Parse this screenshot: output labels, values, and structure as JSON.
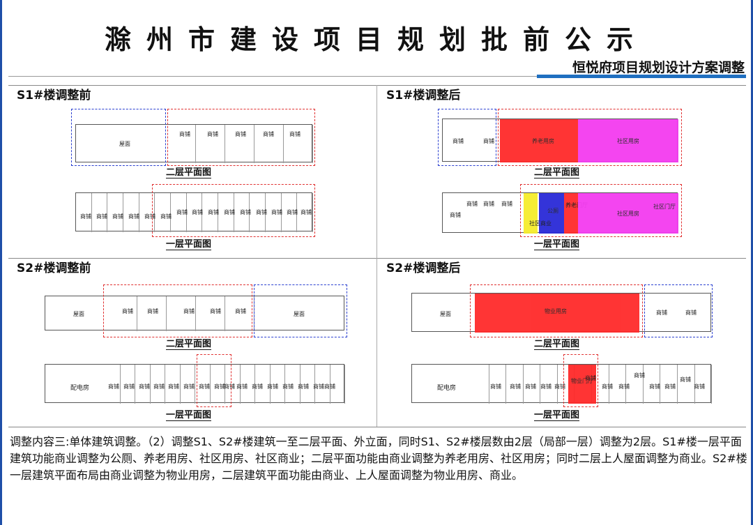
{
  "title": "滁州市建设项目规划批前公示",
  "subtitle": "恒悦府项目规划设计方案调整",
  "panels": {
    "s1_before": {
      "heading": "S1#楼调整前",
      "floor2": {
        "caption": "二层平面图",
        "rooms": [
          "屋面",
          "商铺",
          "商铺",
          "商铺",
          "商铺",
          "商铺"
        ]
      },
      "floor1": {
        "caption": "一层平面图",
        "rooms": [
          "商铺",
          "商铺",
          "商铺",
          "商铺",
          "商铺",
          "商铺",
          "商铺",
          "商铺",
          "商铺",
          "商铺",
          "商铺",
          "商铺",
          "商铺",
          "商铺",
          "商铺"
        ]
      }
    },
    "s1_after": {
      "heading": "S1#楼调整后",
      "floor2": {
        "caption": "二层平面图",
        "rooms": [
          "商铺",
          "商铺"
        ],
        "elderly": "养老用房",
        "community": "社区用房"
      },
      "floor1": {
        "caption": "一层平面图",
        "rooms": [
          "商铺",
          "商铺",
          "商铺",
          "商铺"
        ],
        "toilet": "公厕",
        "elderly_door": "养老门厅",
        "community": "社区用房",
        "community_door": "社区门厅",
        "commerce": "社区商业"
      }
    },
    "s2_before": {
      "heading": "S2#楼调整前",
      "floor2": {
        "caption": "二层平面图",
        "rooms": [
          "屋面",
          "商铺",
          "商铺",
          "商铺",
          "商铺",
          "商铺",
          "屋面"
        ]
      },
      "floor1": {
        "caption": "一层平面图",
        "power": "配电房",
        "rooms": [
          "商铺",
          "商铺",
          "商铺",
          "商铺",
          "商铺",
          "商铺",
          "商铺",
          "商铺",
          "商铺",
          "商铺",
          "商铺",
          "商铺",
          "商铺",
          "商铺",
          "商铺",
          "商铺"
        ]
      }
    },
    "s2_after": {
      "heading": "S2#楼调整后",
      "floor2": {
        "caption": "二层平面图",
        "roof": "屋面",
        "property": "物业用房",
        "rooms": [
          "商铺",
          "商铺"
        ]
      },
      "floor1": {
        "caption": "一层平面图",
        "power": "配电房",
        "property_door": "物业门厅",
        "rooms": [
          "商铺",
          "商铺",
          "商铺",
          "商铺",
          "商铺",
          "商铺",
          "商铺",
          "商铺",
          "商铺",
          "商铺",
          "商铺",
          "商铺",
          "商铺"
        ]
      }
    }
  },
  "description": "调整内容三:单体建筑调整。（2）调整S1、S2#楼建筑一至二层平面、外立面，同时S1、S2#楼层数由2层（局部一层）调整为2层。S1#楼一层平面建筑功能商业调整为公厕、养老用房、社区用房、社区商业；二层平面功能由商业调整为养老用房、社区用房；同时二层上人屋面调整为商业。S2#楼一层建筑平面布局由商业调整为物业用房，二层建筑平面功能由商业、上人屋面调整为物业用房、商业。",
  "colors": {
    "frame": "#1f4fa8",
    "accent": "#1f6fc0",
    "elderly": "#ff2a2a",
    "community": "#f43cf0",
    "toilet": "#2a2ad8",
    "commerce": "#f5ec2a",
    "property": "#ff2a2a",
    "zone_red": "#e03030",
    "zone_blue": "#2a3fd0"
  }
}
